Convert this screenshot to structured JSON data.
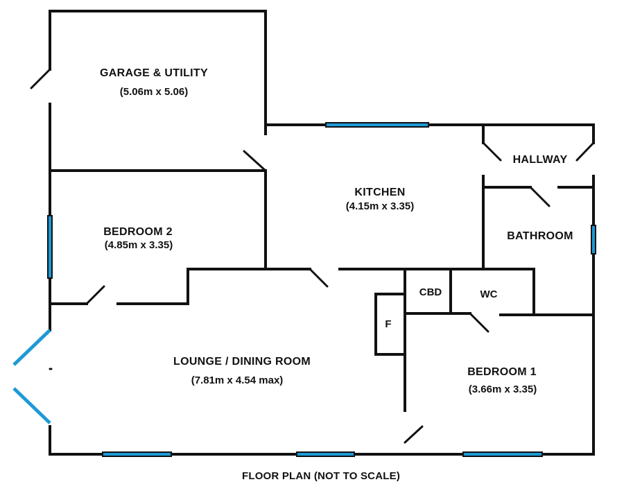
{
  "plan": {
    "caption": "FLOOR PLAN (NOT TO SCALE)",
    "colors": {
      "wall": "#111111",
      "window": "#1d9ad6",
      "background": "#ffffff"
    },
    "rooms": {
      "garage": {
        "name": "GARAGE & UTILITY",
        "size": "(5.06m x 5.06)"
      },
      "kitchen": {
        "name": "KITCHEN",
        "size": "(4.15m x 3.35)"
      },
      "hallway": {
        "name": "HALLWAY"
      },
      "bedroom2": {
        "name": "BEDROOM 2",
        "size": "(4.85m x 3.35)"
      },
      "bathroom": {
        "name": "BATHROOM"
      },
      "cbd": {
        "name": "CBD"
      },
      "wc": {
        "name": "WC"
      },
      "f": {
        "name": "F"
      },
      "lounge": {
        "name": "LOUNGE / DINING ROOM",
        "size": "(7.81m x 4.54 max)"
      },
      "bedroom1": {
        "name": "BEDROOM 1",
        "size": "(3.66m x 3.35)"
      }
    }
  }
}
